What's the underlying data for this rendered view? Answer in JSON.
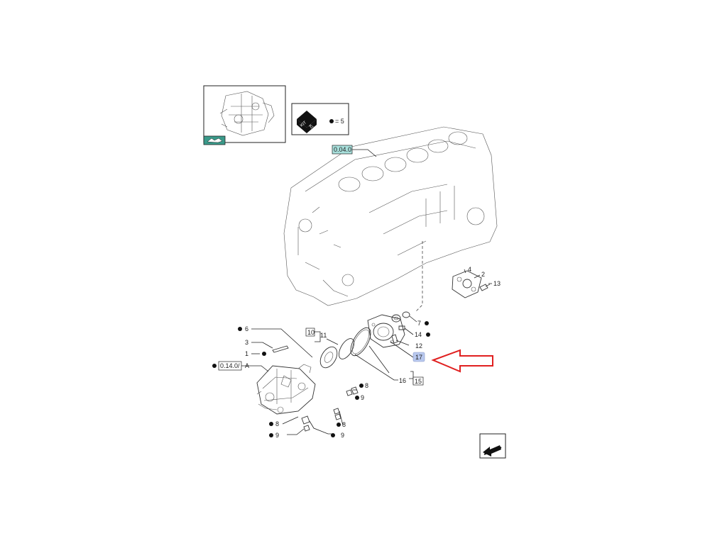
{
  "thumbnail": {
    "icon": "engine-thumbnail-icon",
    "return_icon": "book-arrow-icon"
  },
  "kit": {
    "icon": "kit-box-icon",
    "legend_text": "= 5",
    "bullet_color": "#111111"
  },
  "references": {
    "block": "0.04.0",
    "pump": "0.14.0/",
    "pump_suffix": "A"
  },
  "labels": {
    "l1": "1",
    "l2": "2",
    "l3": "3",
    "l4": "4",
    "l6": "6",
    "l7": "7",
    "l8a": "8",
    "l8b": "8",
    "l8c": "8",
    "l9a": "9",
    "l9b": "9",
    "l9c": "9",
    "l10": "10",
    "l11": "11",
    "l12": "12",
    "l13": "13",
    "l14": "14",
    "l15": "15",
    "l16": "16",
    "l17": "17"
  },
  "highlight": {
    "item": "17",
    "fill": "#b8c8ee",
    "arrow_color": "#e02020"
  },
  "colors": {
    "ref_box": "#a8e0dc",
    "thumb_badge": "#3a9a8a"
  },
  "nav": {
    "next_icon": "page-arrow-icon"
  }
}
